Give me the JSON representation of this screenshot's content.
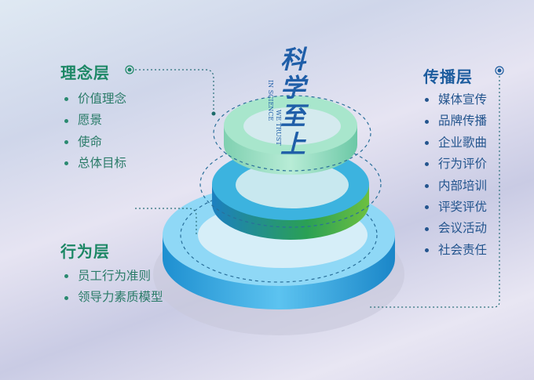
{
  "layers": {
    "concept": {
      "title": "理念层",
      "items": [
        "价值理念",
        "愿景",
        "使命",
        "总体目标"
      ]
    },
    "behavior": {
      "title": "行为层",
      "items": [
        "员工行为准则",
        "领导力素质模型"
      ]
    },
    "communication": {
      "title": "传播层",
      "items": [
        "媒体宣传",
        "品牌传播",
        "企业歌曲",
        "行为评价",
        "内部培训",
        "评奖评优",
        "会议活动",
        "社会责任"
      ]
    }
  },
  "logo": {
    "chinese": "科学至上",
    "english_1": "IN SCIENCE",
    "english_2": "WE TRUST"
  },
  "colors": {
    "green": "#1c8765",
    "blue": "#1d5c9e",
    "ring_top": "#9fe0c4",
    "ring_mid": "#3aaa5a",
    "ring_bottom": "#3aa8e0"
  }
}
